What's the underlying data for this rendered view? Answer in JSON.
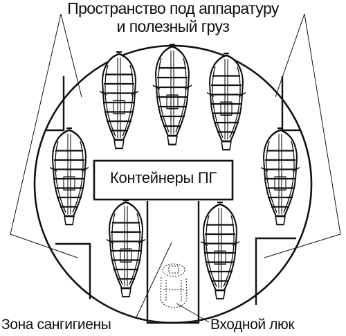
{
  "labels": {
    "equipment_space_line1": "Пространство под аппаратуру",
    "equipment_space_line2": "и полезный груз",
    "containers": "Контейнеры ПГ",
    "sanitary_zone": "Зона сангигиены",
    "entry_hatch": "Входной люк"
  },
  "colors": {
    "ink": "#111111",
    "background": "#ffffff"
  },
  "icons": {
    "container": "cargo-container-icon",
    "hatch_figure": "hatch-outline-icon"
  }
}
